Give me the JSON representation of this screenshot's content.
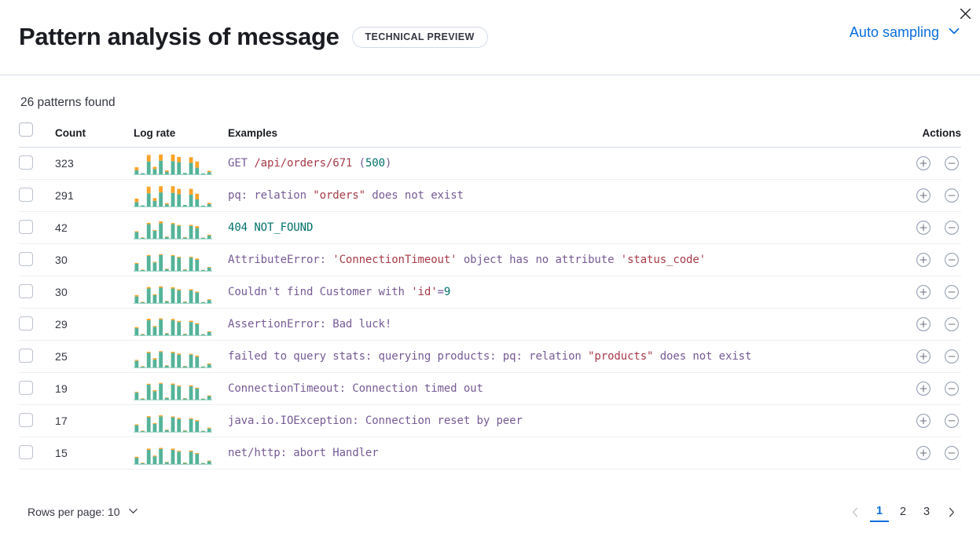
{
  "header": {
    "title": "Pattern analysis of message",
    "badge": "TECHNICAL PREVIEW",
    "sampling_label": "Auto sampling",
    "close_icon": "close-icon",
    "chevron_icon": "chevron-down-icon",
    "accent_color": "#0a6edc"
  },
  "summary": {
    "patterns_found": "26 patterns found"
  },
  "table": {
    "columns": {
      "select": "",
      "count": "Count",
      "log_rate": "Log rate",
      "examples": "Examples",
      "actions": "Actions"
    },
    "rows": [
      {
        "count": "323",
        "example": "GET /api/orders/671 (500)",
        "tokens": [
          {
            "t": "GET ",
            "c": "id"
          },
          {
            "t": "/api/orders/671",
            "c": "str"
          },
          {
            "t": " (",
            "c": "pun"
          },
          {
            "t": "500",
            "c": "num"
          },
          {
            "t": ")",
            "c": "pun"
          }
        ],
        "bars": [
          [
            18,
            14
          ],
          [
            5,
            0
          ],
          [
            58,
            30
          ],
          [
            24,
            10
          ],
          [
            62,
            28
          ],
          [
            12,
            6
          ],
          [
            60,
            30
          ],
          [
            55,
            24
          ],
          [
            6,
            0
          ],
          [
            52,
            26
          ],
          [
            30,
            28
          ],
          [
            4,
            0
          ],
          [
            10,
            6
          ]
        ]
      },
      {
        "count": "291",
        "example": "pq: relation \"orders\" does not exist",
        "tokens": [
          {
            "t": "pq: relation ",
            "c": "id"
          },
          {
            "t": "\"orders\"",
            "c": "str"
          },
          {
            "t": " does not exist",
            "c": "id"
          }
        ],
        "bars": [
          [
            20,
            16
          ],
          [
            5,
            0
          ],
          [
            60,
            30
          ],
          [
            26,
            12
          ],
          [
            64,
            28
          ],
          [
            10,
            5
          ],
          [
            62,
            30
          ],
          [
            56,
            24
          ],
          [
            7,
            0
          ],
          [
            54,
            26
          ],
          [
            32,
            26
          ],
          [
            4,
            0
          ],
          [
            11,
            6
          ]
        ]
      },
      {
        "count": "42",
        "example": "404 NOT_FOUND",
        "tokens": [
          {
            "t": "404",
            "c": "num"
          },
          {
            "t": " NOT_FOUND",
            "c": "num"
          }
        ],
        "bars": [
          [
            30,
            4
          ],
          [
            4,
            2
          ],
          [
            66,
            6
          ],
          [
            36,
            3
          ],
          [
            70,
            9
          ],
          [
            8,
            2
          ],
          [
            66,
            5
          ],
          [
            58,
            4
          ],
          [
            5,
            2
          ],
          [
            58,
            5
          ],
          [
            48,
            9
          ],
          [
            4,
            1
          ],
          [
            14,
            4
          ]
        ]
      },
      {
        "count": "30",
        "example": "AttributeError: 'ConnectionTimeout' object has no attribute 'status_code'",
        "tokens": [
          {
            "t": "AttributeError: ",
            "c": "id"
          },
          {
            "t": "'ConnectionTimeout'",
            "c": "str"
          },
          {
            "t": " object has no attribute ",
            "c": "id"
          },
          {
            "t": "'status_code'",
            "c": "str"
          }
        ],
        "bars": [
          [
            32,
            4
          ],
          [
            4,
            2
          ],
          [
            68,
            4
          ],
          [
            38,
            3
          ],
          [
            72,
            4
          ],
          [
            8,
            2
          ],
          [
            68,
            4
          ],
          [
            60,
            4
          ],
          [
            5,
            2
          ],
          [
            60,
            4
          ],
          [
            50,
            6
          ],
          [
            4,
            1
          ],
          [
            15,
            3
          ]
        ]
      },
      {
        "count": "30",
        "example": "Couldn't find Customer with 'id'=9",
        "tokens": [
          {
            "t": "Couldn't find Customer with ",
            "c": "id"
          },
          {
            "t": "'id'",
            "c": "str"
          },
          {
            "t": "=",
            "c": "pun"
          },
          {
            "t": "9",
            "c": "num"
          }
        ],
        "bars": [
          [
            30,
            6
          ],
          [
            4,
            2
          ],
          [
            66,
            7
          ],
          [
            36,
            4
          ],
          [
            70,
            6
          ],
          [
            8,
            2
          ],
          [
            66,
            6
          ],
          [
            58,
            5
          ],
          [
            5,
            2
          ],
          [
            58,
            5
          ],
          [
            48,
            4
          ],
          [
            4,
            1
          ],
          [
            14,
            3
          ]
        ]
      },
      {
        "count": "29",
        "example": "AssertionError: Bad luck!",
        "tokens": [
          {
            "t": "AssertionError: Bad luck!",
            "c": "id"
          }
        ],
        "bars": [
          [
            32,
            5
          ],
          [
            4,
            2
          ],
          [
            68,
            7
          ],
          [
            38,
            4
          ],
          [
            72,
            5
          ],
          [
            8,
            2
          ],
          [
            68,
            6
          ],
          [
            60,
            5
          ],
          [
            5,
            2
          ],
          [
            60,
            6
          ],
          [
            50,
            5
          ],
          [
            4,
            1
          ],
          [
            15,
            3
          ]
        ]
      },
      {
        "count": "25",
        "example": "failed to query stats: querying products: pq: relation \"products\" does not exist",
        "tokens": [
          {
            "t": "failed to query stats: querying products: pq: relation ",
            "c": "id"
          },
          {
            "t": "\"products\"",
            "c": "str"
          },
          {
            "t": " does not exist",
            "c": "id"
          }
        ],
        "bars": [
          [
            30,
            4
          ],
          [
            4,
            2
          ],
          [
            66,
            5
          ],
          [
            36,
            6
          ],
          [
            70,
            4
          ],
          [
            8,
            2
          ],
          [
            66,
            5
          ],
          [
            58,
            5
          ],
          [
            5,
            2
          ],
          [
            58,
            4
          ],
          [
            48,
            6
          ],
          [
            4,
            1
          ],
          [
            14,
            4
          ]
        ]
      },
      {
        "count": "19",
        "example": "ConnectionTimeout: Connection timed out",
        "tokens": [
          {
            "t": "ConnectionTimeout: Connection timed out",
            "c": "id"
          }
        ],
        "bars": [
          [
            32,
            3
          ],
          [
            4,
            2
          ],
          [
            68,
            4
          ],
          [
            38,
            5
          ],
          [
            72,
            4
          ],
          [
            8,
            2
          ],
          [
            68,
            5
          ],
          [
            60,
            4
          ],
          [
            5,
            2
          ],
          [
            60,
            5
          ],
          [
            50,
            4
          ],
          [
            4,
            1
          ],
          [
            16,
            3
          ]
        ]
      },
      {
        "count": "17",
        "example": "java.io.IOException: Connection reset by peer",
        "tokens": [
          {
            "t": "java.io.IOException: Connection reset by peer",
            "c": "id"
          }
        ],
        "bars": [
          [
            30,
            4
          ],
          [
            4,
            2
          ],
          [
            66,
            5
          ],
          [
            36,
            4
          ],
          [
            70,
            5
          ],
          [
            8,
            2
          ],
          [
            66,
            4
          ],
          [
            58,
            5
          ],
          [
            5,
            2
          ],
          [
            58,
            4
          ],
          [
            48,
            5
          ],
          [
            4,
            1
          ],
          [
            15,
            4
          ]
        ]
      },
      {
        "count": "15",
        "example": "net/http: abort Handler",
        "tokens": [
          {
            "t": "net/http: abort Handler",
            "c": "id"
          }
        ],
        "bars": [
          [
            28,
            5
          ],
          [
            4,
            2
          ],
          [
            64,
            6
          ],
          [
            34,
            4
          ],
          [
            68,
            5
          ],
          [
            8,
            2
          ],
          [
            64,
            6
          ],
          [
            56,
            4
          ],
          [
            5,
            2
          ],
          [
            56,
            5
          ],
          [
            46,
            4
          ],
          [
            4,
            1
          ],
          [
            13,
            3
          ]
        ]
      }
    ],
    "action_icons": {
      "add": "plus-circle-icon",
      "remove": "minus-circle-icon"
    },
    "bar_colors": {
      "base": "#54b399",
      "top": "#fca328"
    }
  },
  "footer": {
    "rows_per_page_label": "Rows per page: 10",
    "pages": [
      "1",
      "2",
      "3"
    ],
    "active_page": "1",
    "prev_icon": "chevron-left-icon",
    "next_icon": "chevron-right-icon"
  }
}
